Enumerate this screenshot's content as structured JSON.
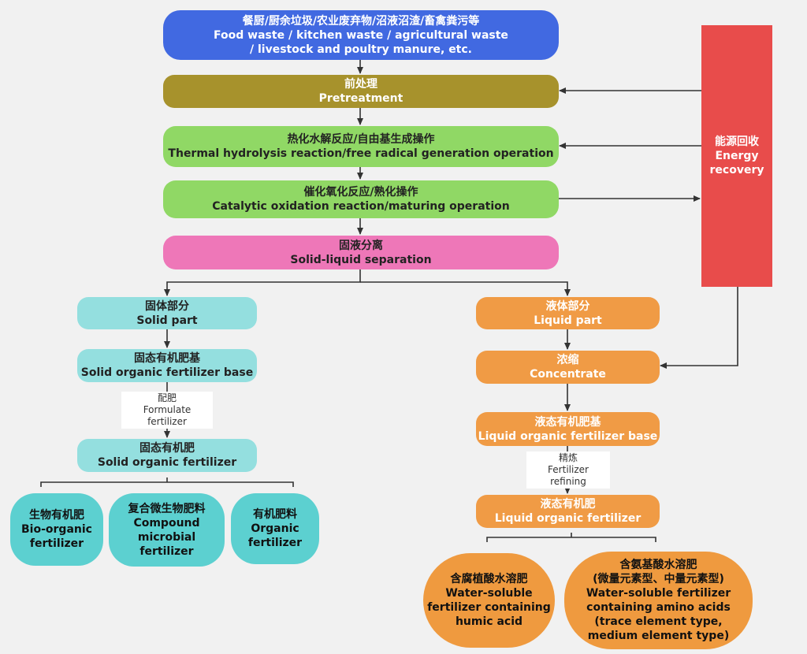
{
  "nodes": {
    "input": {
      "cn": "餐厨/厨余垃圾/农业废弃物/沼液沼渣/畜禽粪污等",
      "en1": "Food waste / kitchen waste / agricultural waste",
      "en2": "/ livestock and poultry manure, etc."
    },
    "pretreatment": {
      "cn": "前处理",
      "en": "Pretreatment"
    },
    "thermal": {
      "cn": "热化水解反应/自由基生成操作",
      "en": "Thermal hydrolysis reaction/free radical generation operation"
    },
    "catalytic": {
      "cn": "催化氧化反应/熟化操作",
      "en": "Catalytic oxidation reaction/maturing operation"
    },
    "separation": {
      "cn": "固液分离",
      "en": "Solid-liquid separation"
    },
    "energy": {
      "cn": "能源回收",
      "en1": "Energy",
      "en2": "recovery"
    },
    "solid_part": {
      "cn": "固体部分",
      "en": "Solid part"
    },
    "solid_base": {
      "cn": "固态有机肥基",
      "en": "Solid organic fertilizer base"
    },
    "solid_fert": {
      "cn": "固态有机肥",
      "en": "Solid organic fertilizer"
    },
    "bio": {
      "cn": "生物有机肥",
      "en1": "Bio-organic",
      "en2": "fertilizer"
    },
    "compound": {
      "cn": "复合微生物肥料",
      "en1": "Compound",
      "en2": "microbial",
      "en3": "fertilizer"
    },
    "organic": {
      "cn": "有机肥料",
      "en1": "Organic",
      "en2": "fertilizer"
    },
    "liquid_part": {
      "cn": "液体部分",
      "en": "Liquid part"
    },
    "concentrate": {
      "cn": "浓缩",
      "en": "Concentrate"
    },
    "liquid_base": {
      "cn": "液态有机肥基",
      "en": "Liquid organic fertilizer base"
    },
    "liquid_fert": {
      "cn": "液态有机肥",
      "en": "Liquid organic fertilizer"
    },
    "humic": {
      "cn": "含腐植酸水溶肥",
      "en1": "Water-soluble",
      "en2": "fertilizer containing",
      "en3": "humic acid"
    },
    "amino": {
      "cn1": "含氨基酸水溶肥",
      "cn2": "(微量元素型、中量元素型)",
      "en1": "Water-soluble fertilizer",
      "en2": "containing amino acids",
      "en3": "(trace element type,",
      "en4": "medium element type)"
    }
  },
  "edge_labels": {
    "formulate": {
      "cn": "配肥",
      "en": "Formulate fertilizer"
    },
    "refining": {
      "cn": "精炼",
      "en": "Fertilizer refining"
    }
  }
}
